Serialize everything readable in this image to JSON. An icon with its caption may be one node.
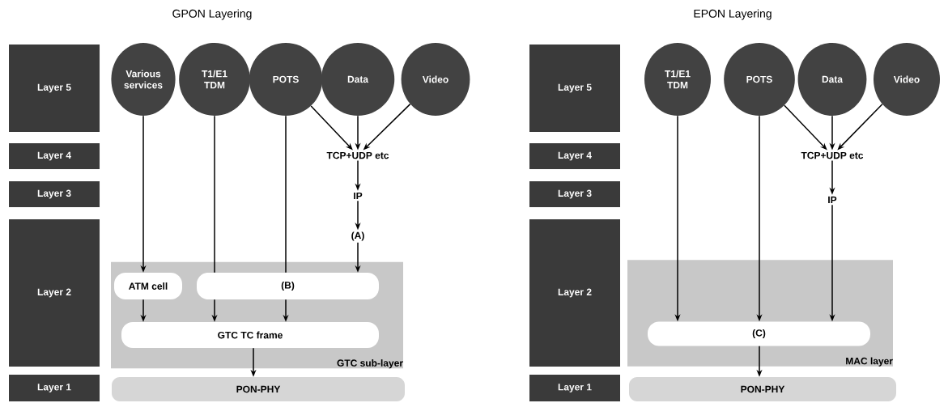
{
  "diagram": {
    "nodes": [
      {
        "text": [
          "Layer 5"
        ]
      },
      {
        "text": [
          "Layer 4"
        ]
      },
      {
        "text": [
          "Layer 3"
        ]
      },
      {
        "text": [
          "Layer 2"
        ]
      },
      {
        "text": [
          "Layer 1"
        ]
      },
      {
        "text": [
          "GTC sub-layer"
        ]
      },
      {
        "text": [
          "Various services"
        ]
      },
      {
        "text": [
          "T1/E1 TDM"
        ]
      },
      {
        "text": [
          "POTS"
        ]
      },
      {
        "text": [
          "Data"
        ]
      },
      {
        "text": [
          "Video"
        ]
      },
      {
        "text": [
          "TCP+UDP etc"
        ]
      },
      {
        "text": [
          "IP"
        ]
      },
      {
        "text": [
          "(A)"
        ]
      },
      {
        "text": [
          "ATM cell"
        ],
        "in": 5
      },
      {
        "text": [
          "(B)"
        ],
        "in": 5
      },
      {
        "text": [
          "GTC TC frame"
        ],
        "in": 5
      },
      {
        "text": [
          "PON-PHY"
        ]
      },
      {
        "text": [
          "Layer 5"
        ]
      },
      {
        "text": [
          "Layer 4"
        ]
      },
      {
        "text": [
          "Layer 3"
        ]
      },
      {
        "text": [
          "Layer 2"
        ]
      },
      {
        "text": [
          "Layer 1"
        ]
      },
      {
        "text": [
          "MAC layer"
        ]
      },
      {
        "text": [
          "T1/E1 TDM"
        ]
      },
      {
        "text": [
          "POTS"
        ]
      },
      {
        "text": [
          "Data"
        ]
      },
      {
        "text": [
          "Video"
        ]
      },
      {
        "text": [
          "TCP+UDP etc"
        ]
      },
      {
        "text": [
          "IP"
        ]
      },
      {
        "text": [
          "(C)"
        ],
        "in": 23
      },
      {
        "text": [
          "PON-PHY"
        ]
      }
    ],
    "edges": [
      {
        "from": 6,
        "to": 14,
        "arrow": "to"
      },
      {
        "from": 7,
        "to": 15,
        "arrow": "none"
      },
      {
        "from": 8,
        "to": 15,
        "arrow": "none"
      },
      {
        "from": 8,
        "to": 11,
        "arrow": "to"
      },
      {
        "from": 9,
        "to": 11,
        "arrow": "to"
      },
      {
        "from": 10,
        "to": 11,
        "arrow": "to"
      },
      {
        "from": 11,
        "to": 12,
        "arrow": "to"
      },
      {
        "from": 12,
        "to": 13,
        "arrow": "to"
      },
      {
        "from": 13,
        "to": 15,
        "arrow": "to"
      },
      {
        "from": 14,
        "to": 16,
        "arrow": "to"
      },
      {
        "from": 15,
        "to": 16,
        "arrow": "to"
      },
      {
        "from": 15,
        "to": 16,
        "arrow": "to"
      },
      {
        "from": 16,
        "to": 17,
        "arrow": "to"
      },
      {
        "from": 24,
        "to": 30,
        "arrow": "to"
      },
      {
        "from": 25,
        "to": 30,
        "arrow": "to"
      },
      {
        "from": 25,
        "to": 28,
        "arrow": "to"
      },
      {
        "from": 26,
        "to": 28,
        "arrow": "to"
      },
      {
        "from": 27,
        "to": 28,
        "arrow": "to"
      },
      {
        "from": 28,
        "to": 29,
        "arrow": "to"
      },
      {
        "from": 29,
        "to": 30,
        "arrow": "to"
      },
      {
        "from": 30,
        "to": 31,
        "arrow": "to"
      }
    ],
    "labels": [
      "GPON Layering",
      "EPON Layering"
    ]
  }
}
